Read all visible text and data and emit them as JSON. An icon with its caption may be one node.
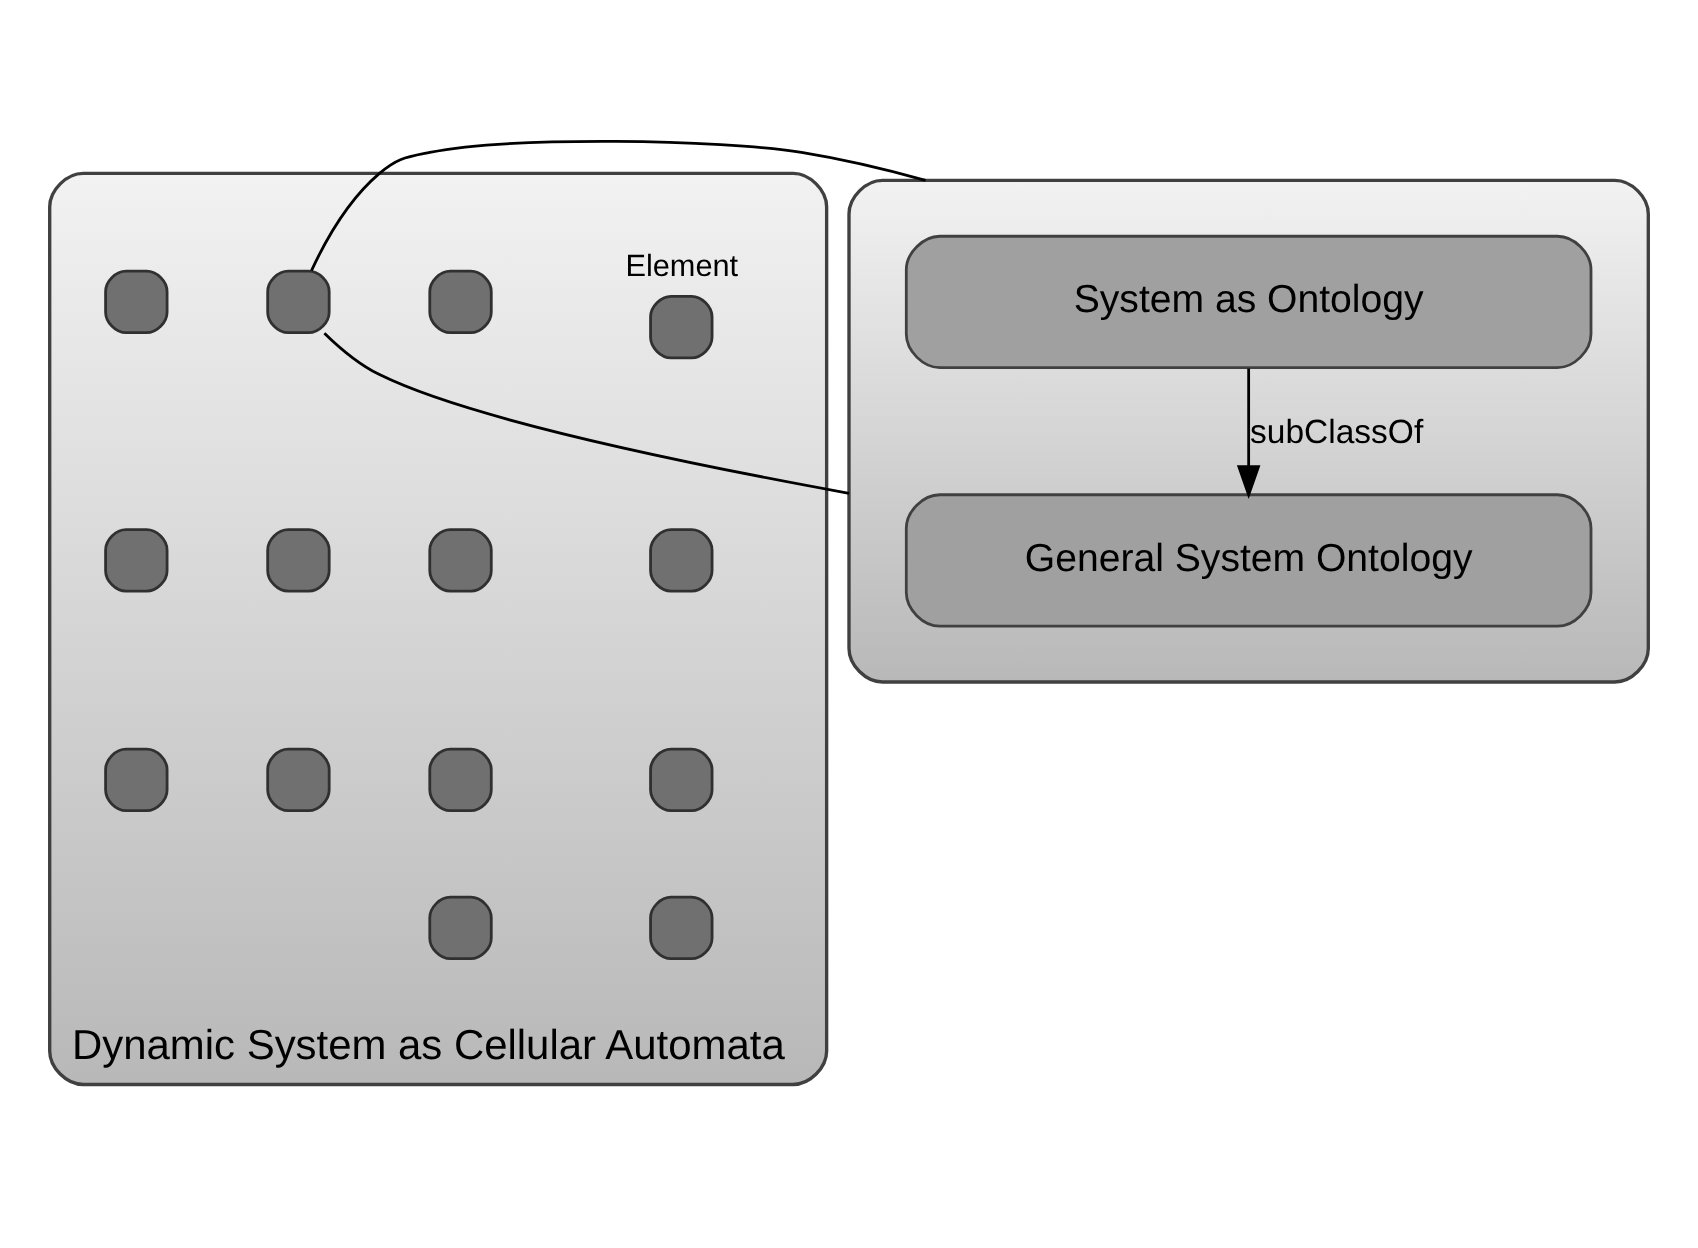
{
  "diagram": {
    "nodes": [
      {
        "text": [
          "Dynamic System as Cellular Automata"
        ]
      },
      {
        "text": [
          "Element"
        ],
        "in": 0
      },
      {
        "text": [],
        "shape": "box",
        "in": 0
      },
      {
        "text": [],
        "shape": "box",
        "in": 0
      },
      {
        "text": [],
        "shape": "box",
        "in": 0
      },
      {
        "text": [],
        "shape": "box",
        "in": 0
      },
      {
        "text": [],
        "shape": "box",
        "in": 0
      },
      {
        "text": [],
        "shape": "box",
        "in": 0
      },
      {
        "text": [],
        "shape": "box",
        "in": 0
      },
      {
        "text": [],
        "shape": "box",
        "in": 0
      },
      {
        "text": [],
        "shape": "box",
        "in": 0
      },
      {
        "text": [],
        "shape": "box",
        "in": 0
      },
      {
        "text": [],
        "shape": "box",
        "in": 0
      },
      {
        "text": [],
        "shape": "box",
        "in": 0
      },
      {
        "text": [],
        "shape": "box",
        "in": 0
      },
      {
        "text": [],
        "shape": "box"
      },
      {
        "text": [
          "System as Ontology"
        ],
        "in": 15
      },
      {
        "text": [
          "General System Ontology"
        ],
        "in": 15
      }
    ],
    "edges": [
      {
        "from": 16,
        "to": 17,
        "arrow": "to",
        "label": "subClassOf"
      },
      {
        "from": 3,
        "to": 15,
        "arrow": "none"
      },
      {
        "from": 3,
        "to": 15,
        "arrow": "none"
      }
    ]
  }
}
